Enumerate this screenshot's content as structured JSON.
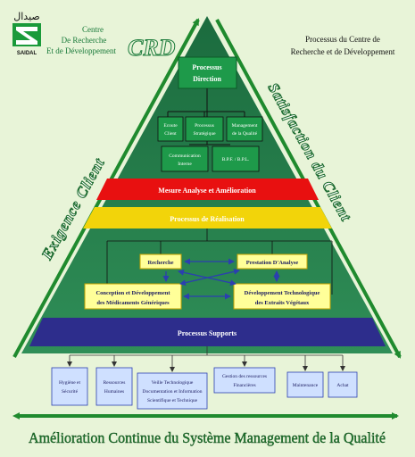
{
  "header": {
    "logo_arabic": "صيدال",
    "logo_name": "SAIDAL",
    "centre_lines": [
      "Centre",
      "De Recherche",
      "Et de Développement"
    ],
    "crd": "CRD",
    "process_title_lines": [
      "Processus du Centre de",
      "Recherche et de Développement"
    ]
  },
  "side_labels": {
    "left": "Exigence Client",
    "right": "Satisfaction du Client"
  },
  "direction": {
    "title_lines": [
      "Processus",
      "Direction"
    ],
    "boxes": [
      {
        "lines": [
          "Ecoute",
          "Client"
        ]
      },
      {
        "lines": [
          "Processus",
          "Stratégique"
        ]
      },
      {
        "lines": [
          "Management",
          "de la Qualité"
        ]
      },
      {
        "lines": [
          "Communication",
          "Interne"
        ]
      },
      {
        "lines": [
          "B.P.F. / B.P.L."
        ]
      }
    ]
  },
  "bands": {
    "mesure": "Mesure Analyse et Amélioration",
    "realisation": "Processus de Réalisation",
    "supports": "Processus Supports"
  },
  "realisation_boxes": {
    "recherche": "Recherche",
    "prestation": "Prestation D'Analyse",
    "conception": [
      "Conception et Développement",
      "des Médicaments Génériques"
    ],
    "developpement": [
      "Développement Technologique",
      "des Extraits Végétaux"
    ]
  },
  "support_boxes": [
    {
      "lines": [
        "Hygiène et",
        "Sécurité"
      ]
    },
    {
      "lines": [
        "Ressources",
        "Humaines"
      ]
    },
    {
      "lines": [
        "Veille Technologique",
        "Documentation et Information",
        "Scientifique et Technique"
      ]
    },
    {
      "lines": [
        "Gestion des ressources",
        "Financières"
      ]
    },
    {
      "lines": [
        "Maintenance"
      ]
    },
    {
      "lines": [
        "Achat"
      ]
    }
  ],
  "footer": "Amélioration Continue du Système Management de la Qualité",
  "colors": {
    "background": "#e8f4d8",
    "pyramid": "#2e7d4f",
    "direction_box": "#1e9a4a",
    "mesure_band": "#e81010",
    "realisation_band": "#f2d40a",
    "inner_box": "#ffff99",
    "supports_band": "#2d2d8c",
    "support_box": "#cfe0ff",
    "arrow_green": "#1f8a2e",
    "arrow_blue": "#2b3fb0"
  }
}
